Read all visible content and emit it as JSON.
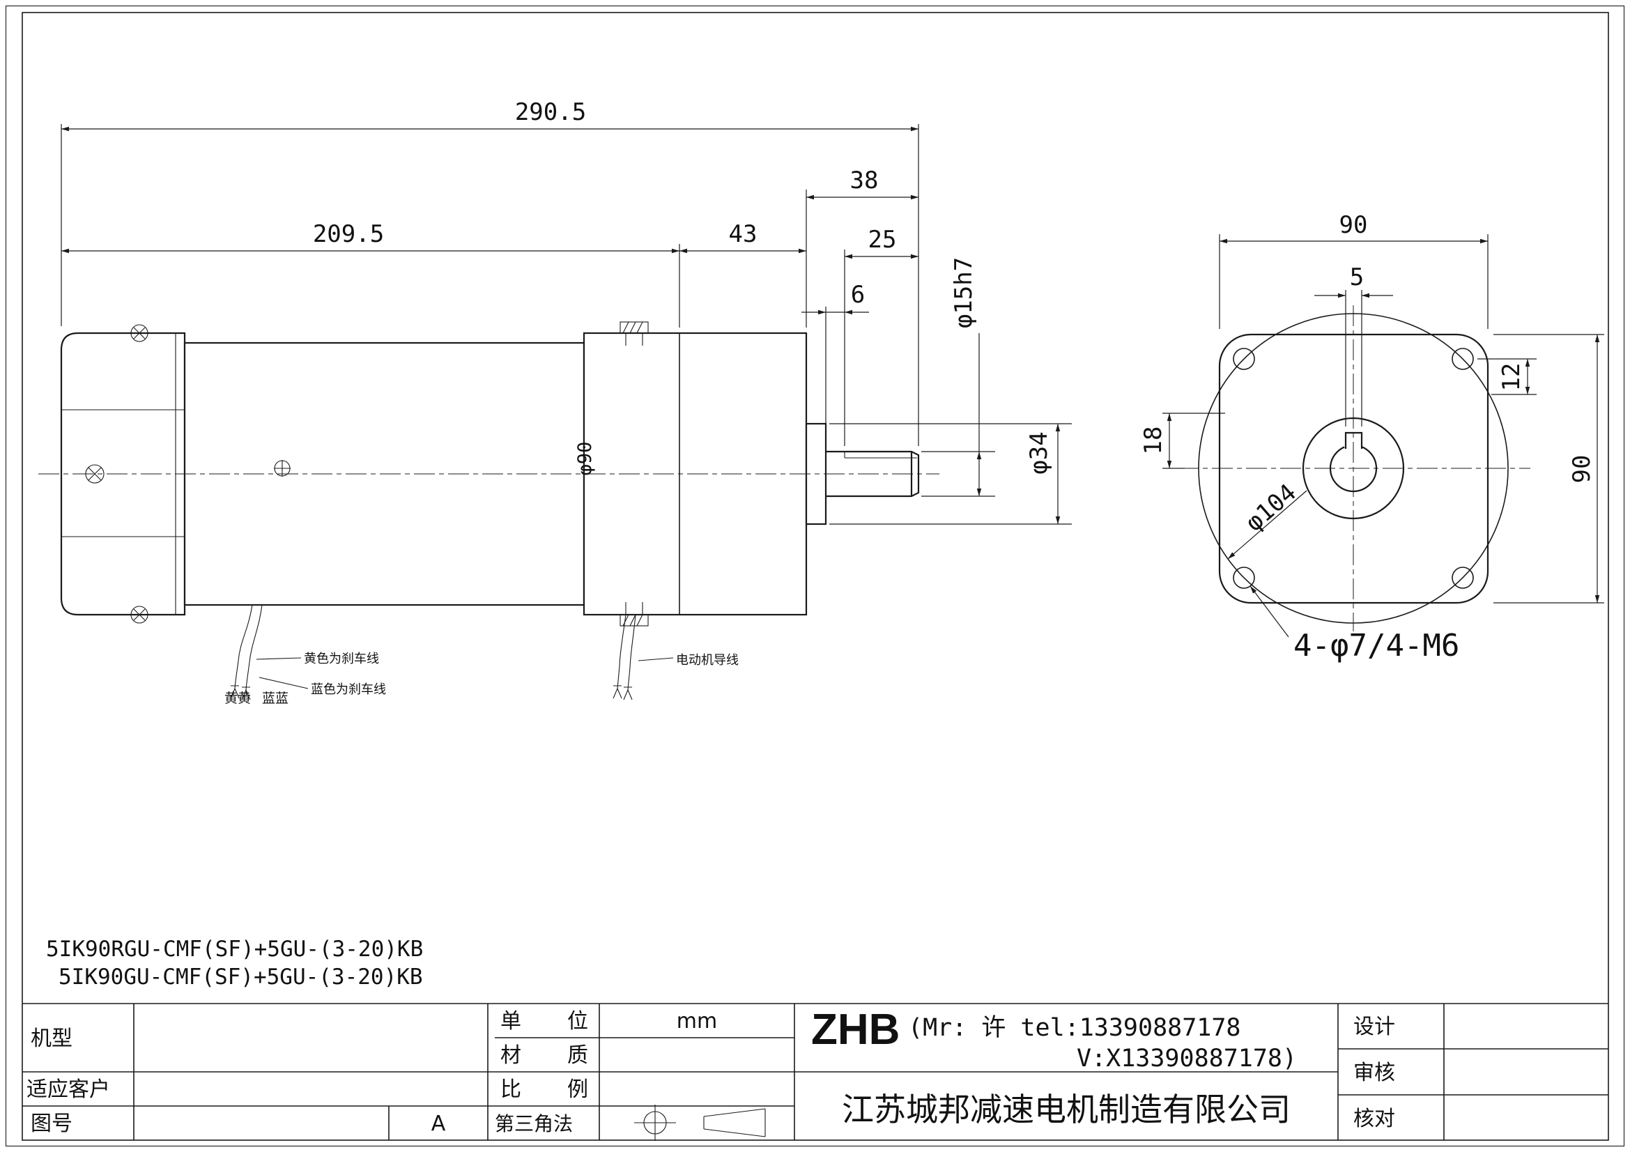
{
  "drawing": {
    "side_view": {
      "dim_overall": "290.5",
      "dim_motor": "209.5",
      "dim_gearbox": "43",
      "dim_shaft_ext": "38",
      "dim_key_len": "25",
      "dim_boss_gap": "6",
      "dim_shaft_dia": "φ15h7",
      "dim_boss_dia": "φ34",
      "dim_body_dia": "φ90",
      "label_brake_yellow": "黄色为刹车线",
      "label_brake_blue": "蓝色为刹车线",
      "label_yellow_pair": "黄黄",
      "label_blue_pair": "蓝蓝",
      "label_motor_lead": "电动机导线"
    },
    "end_view": {
      "dim_width": "90",
      "dim_height": "90",
      "dim_key_width": "5",
      "dim_key_top": "12",
      "dim_offset": "18",
      "dim_bolt_circle": "φ104",
      "label_holes": "4-φ7/4-M6"
    },
    "models": {
      "line1": "5IK90RGU-CMF(SF)+5GU-(3-20)KB",
      "line2": "5IK90GU-CMF(SF)+5GU-(3-20)KB"
    }
  },
  "title_block": {
    "model_label": "机型",
    "customer_label": "适应客户",
    "drawing_no_label": "图号",
    "revision": "A",
    "unit_label": "单　位",
    "unit_value": "mm",
    "material_label": "材　质",
    "scale_label": "比　例",
    "projection_label": "第三角法",
    "brand": "ZHB",
    "contact_line1": "(Mr: 许 tel:13390887178",
    "contact_line2": "V:X13390887178)",
    "company": "江苏城邦减速电机制造有限公司",
    "design_label": "设计",
    "review_label": "审核",
    "check_label": "核对"
  }
}
